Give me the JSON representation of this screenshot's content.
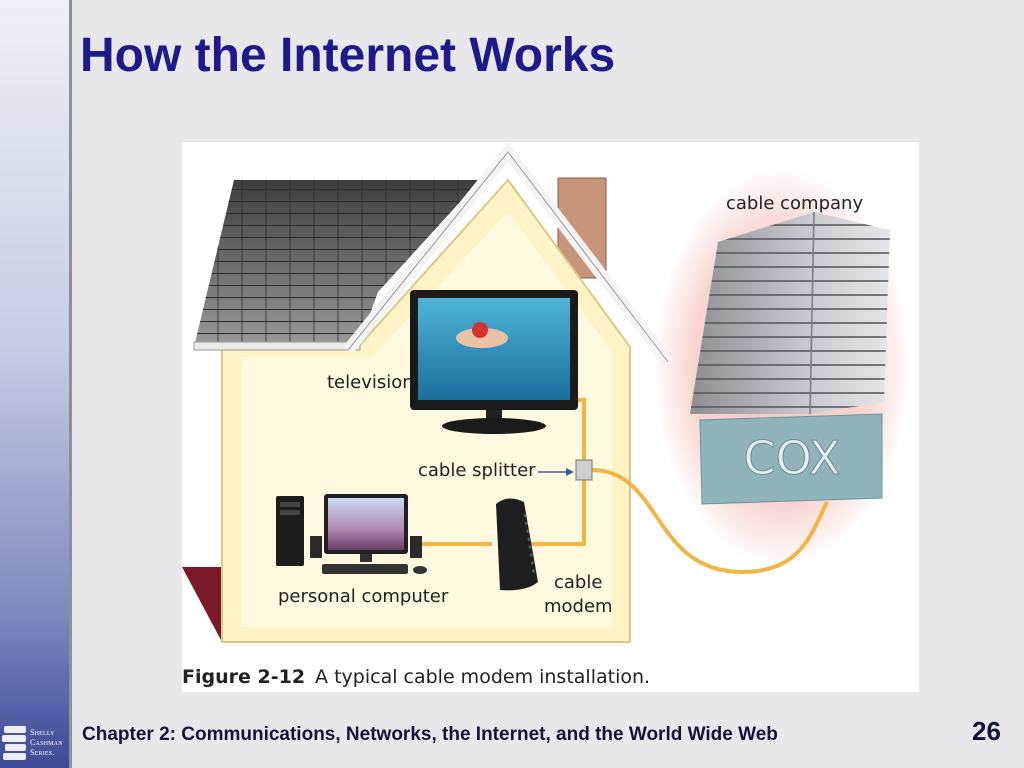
{
  "slide": {
    "title": "How the Internet Works",
    "footer": "Chapter 2: Communications, Networks, the Internet, and the World Wide Web",
    "page_number": "26"
  },
  "logo": {
    "line1": "Shelly",
    "line2": "Cashman",
    "line3": "Series."
  },
  "figure": {
    "caption_number": "Figure 2-12",
    "caption_text": "A typical cable modem installation.",
    "labels": {
      "cable_company": "cable company",
      "television": "television",
      "cable_splitter": "cable splitter",
      "personal_computer": "personal computer",
      "cable_modem_line1": "cable",
      "cable_modem_line2": "modem",
      "company_sign": "COX"
    }
  },
  "colors": {
    "title": "#1e1a8a",
    "footer": "#14143a",
    "house_wall": "#fdf3c4",
    "cable": "#f2b544",
    "roof": "#5c5c5c"
  }
}
